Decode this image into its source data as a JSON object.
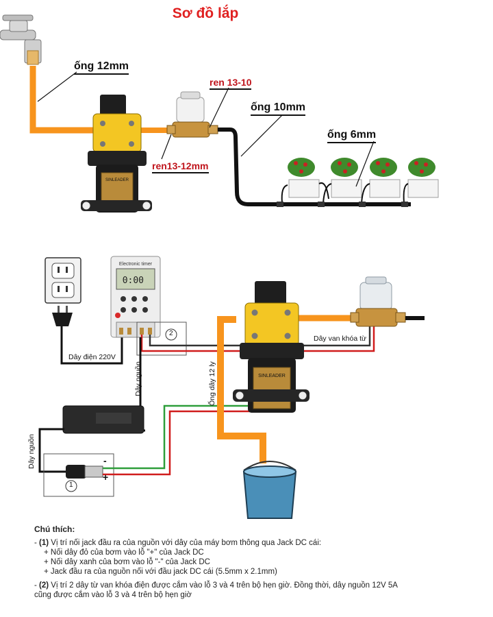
{
  "title": "Sơ đồ lắp",
  "labels": {
    "pipe_12mm": "ống 12mm",
    "thread_13_10": "ren 13-10",
    "pipe_10mm": "ống 10mm",
    "pipe_6mm": "ống 6mm",
    "thread_13_12": "ren13-12mm",
    "wire_220v": "Dây điện 220V",
    "power_wire_right": "Dây nguồn",
    "power_wire_left": "Dây nguồn",
    "pipe_12_ly": "Ống dây 12 ly",
    "valve_wire": "Dây van khóa từ",
    "point_1": "1",
    "point_2": "2",
    "minus": "-",
    "plus": "+"
  },
  "device_text": {
    "pump_brand": "SINLEADER",
    "timer_label": "Electronic timer",
    "timer_display": "0:00"
  },
  "notes": {
    "heading": "Chú thích:",
    "item1_marker": "(1)",
    "item1_text": "Vị trí nối jack đầu ra của nguồn với dây của máy bơm thông qua Jack DC cái:",
    "item1_sub1": "+ Nối dây đỏ của bơm vào lỗ \"+\" của Jack DC",
    "item1_sub2": "+ Nối dây xanh của bơm vào lỗ \"-\" của Jack DC",
    "item1_sub3": "+ Jack đầu ra của nguồn nối với đầu jack DC cái (5.5mm x 2.1mm)",
    "item2_marker": "(2)",
    "item2_text": "Vị trí 2 dây từ van khóa điện được cắm vào lỗ 3 và 4 trên bộ hẹn giờ. Đồng thời, dây nguồn 12V 5A",
    "item2_text2": "cũng được cắm vào lỗ 3 và 4 trên bộ hẹn giờ"
  },
  "colors": {
    "title": "#e02020",
    "pipe_orange": "#f7941d",
    "wire_red": "#d01c1c",
    "wire_green": "#2e9e3a",
    "hose_black": "#111111",
    "label_red": "#c0141c"
  }
}
